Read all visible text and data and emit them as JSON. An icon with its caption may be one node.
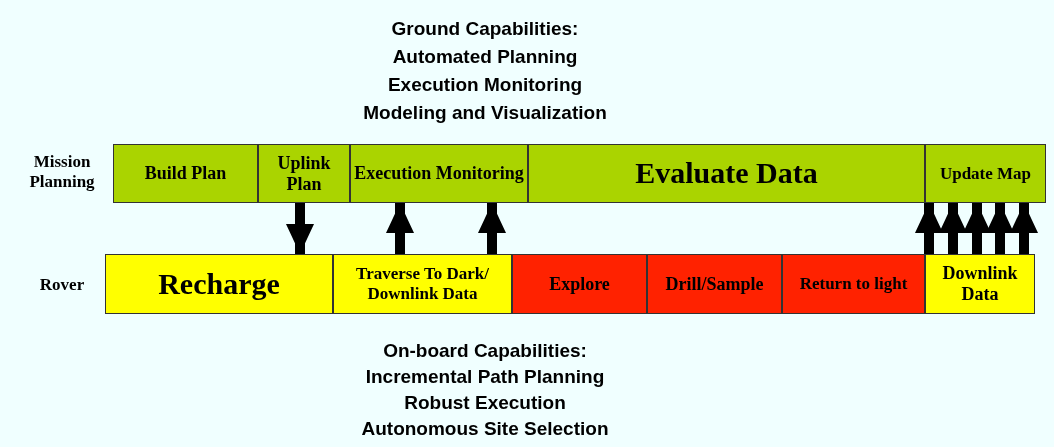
{
  "diagram": {
    "nodes": [
      {
        "text": [
          "Build Plan"
        ]
      },
      {
        "text": [
          "Uplink Plan"
        ]
      },
      {
        "text": [
          "Execution Monitoring"
        ]
      },
      {
        "text": [
          "Evaluate Data"
        ]
      },
      {
        "text": [
          "Update Map"
        ]
      },
      {
        "text": [
          "Recharge"
        ]
      },
      {
        "text": [
          "Traverse To Dark/ Downlink Data"
        ]
      },
      {
        "text": [
          "Explore"
        ]
      },
      {
        "text": [
          "Drill/Sample"
        ]
      },
      {
        "text": [
          "Return to light"
        ]
      },
      {
        "text": [
          "Downlink Data"
        ]
      }
    ],
    "edges": [
      {
        "from": 1,
        "to": 5,
        "arrow": "to"
      },
      {
        "from": 6,
        "to": 2,
        "arrow": "to"
      },
      {
        "from": 6,
        "to": 2,
        "arrow": "to"
      },
      {
        "from": 10,
        "to": 4,
        "arrow": "to"
      },
      {
        "from": 10,
        "to": 4,
        "arrow": "to"
      },
      {
        "from": 10,
        "to": 4,
        "arrow": "to"
      },
      {
        "from": 10,
        "to": 4,
        "arrow": "to"
      },
      {
        "from": 10,
        "to": 4,
        "arrow": "to"
      }
    ],
    "labels": [
      "Ground Capabilities:",
      "Automated Planning",
      "Execution Monitoring",
      "Modeling and Visualization",
      "Mission Planning",
      "Rover",
      "On-board Capabilities:",
      "Incremental Path Planning",
      "Robust Execution",
      "Autonomous Site Selection"
    ]
  }
}
